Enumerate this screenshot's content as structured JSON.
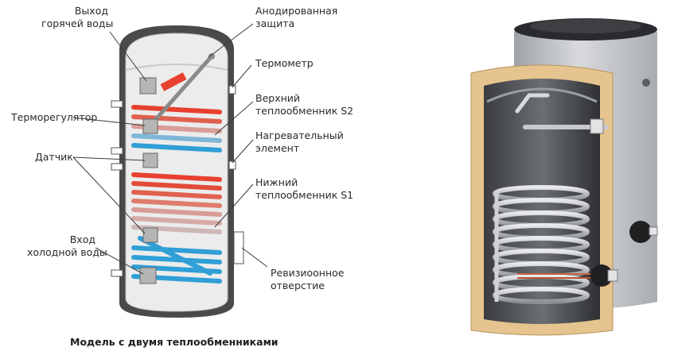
{
  "labels": {
    "hot_water_outlet": [
      "Выход",
      "горячей воды"
    ],
    "anode_protection": [
      "Анодированная",
      "защита"
    ],
    "thermometer": "Термометр",
    "upper_exchanger": [
      "Верхний",
      "теплообменник S2"
    ],
    "thermostat": "Терморегулятор",
    "heating_element": [
      "Нагревательный",
      "элемент"
    ],
    "sensor": "Датчик",
    "lower_exchanger": [
      "Нижний",
      "теплообменник S1"
    ],
    "cold_water_inlet": [
      "Вход",
      "холодной воды"
    ],
    "inspection_opening": [
      "Ревизиоонное",
      "отверстие"
    ]
  },
  "caption": "Модель с двумя теплообменниками",
  "colors": {
    "hot_coil": "#e8402f",
    "warm_coil": "#d9a09a",
    "cold_coil": "#2f9fd6",
    "tank_wall": "#4a4a4a",
    "tank_inner": "#ececec",
    "leader_line": "#3a3a3a",
    "insulation": "#e6c48f",
    "boiler_shell": "#c4c6ca"
  }
}
